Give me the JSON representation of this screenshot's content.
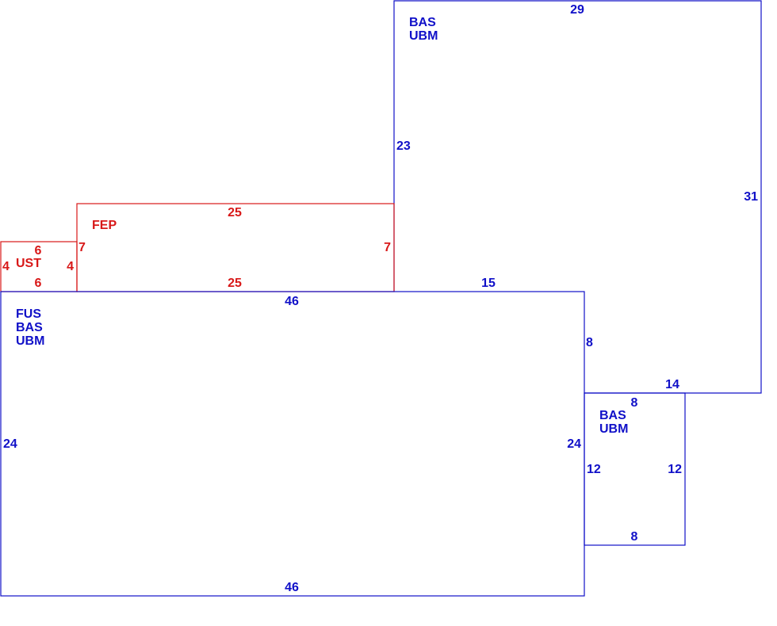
{
  "colors": {
    "blue": "#1010c8",
    "red": "#d81818"
  },
  "areas": {
    "top_right": {
      "codes": [
        "BAS",
        "UBM"
      ],
      "dims": {
        "top": "29",
        "left": "23",
        "right": "31",
        "bottom_left": "15",
        "bottom_right": "14",
        "inner_right": "8"
      }
    },
    "fep": {
      "codes": [
        "FEP"
      ],
      "dims": {
        "top": "25",
        "bottom": "25",
        "left": "7",
        "right": "7"
      }
    },
    "ust": {
      "codes": [
        "UST"
      ],
      "dims": {
        "top": "6",
        "bottom": "6",
        "left": "4",
        "right": "4"
      }
    },
    "main": {
      "codes": [
        "FUS",
        "BAS",
        "UBM"
      ],
      "dims": {
        "top": "46",
        "bottom": "46",
        "left": "24",
        "right": "24"
      }
    },
    "small": {
      "codes": [
        "BAS",
        "UBM"
      ],
      "dims": {
        "top": "8",
        "bottom": "8",
        "left": "12",
        "right": "12"
      }
    }
  }
}
